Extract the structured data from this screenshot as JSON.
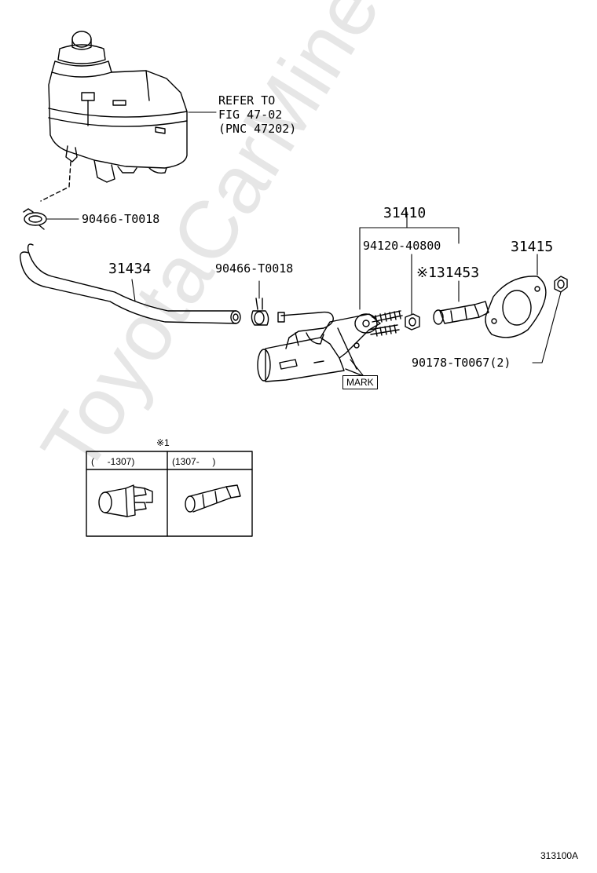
{
  "watermark": "ToyotaCarMine.ru",
  "figure_id": "313100A",
  "callouts": {
    "reservoir_ref": [
      "REFER TO",
      "FIG 47-02",
      "(PNC 47202)"
    ],
    "clip_upper": "90466-T0018",
    "hose": "31434",
    "clip_lower": "90466-T0018",
    "master_cylinder": "31410",
    "stud_bolt": "94120-40800",
    "push_rod": "※131453",
    "gasket": "31415",
    "nut": "90178-T0067(2)",
    "mark_label": "MARK"
  },
  "inset": {
    "note": "※1",
    "columns": [
      {
        "header": "(     -1307)"
      },
      {
        "header": "(1307-     )"
      }
    ]
  }
}
